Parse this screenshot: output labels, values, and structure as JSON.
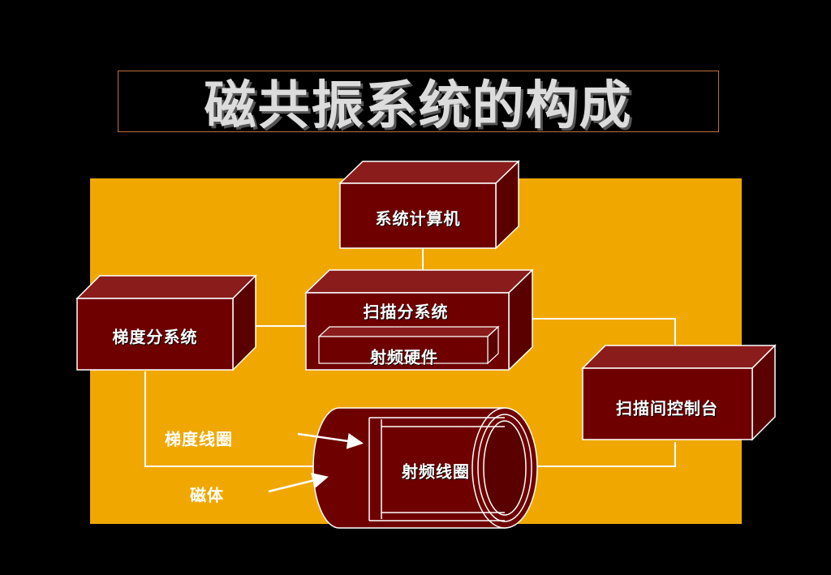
{
  "title": "磁共振系统的构成",
  "nodes": {
    "computer": "系统计算机",
    "scan_subsystem": "扫描分系统",
    "rf_hardware": "射频硬件",
    "gradient_subsystem": "梯度分系统",
    "console": "扫描间控制台",
    "rf_coil": "射频线圈"
  },
  "annotations": {
    "gradient_coil": "梯度线圈",
    "magnet": "磁体"
  },
  "colors": {
    "background": "#000000",
    "panel": "#f0a800",
    "box_front": "#6e0000",
    "box_top": "#8a1c1c",
    "box_side": "#5a0000",
    "line": "#ffffff"
  }
}
